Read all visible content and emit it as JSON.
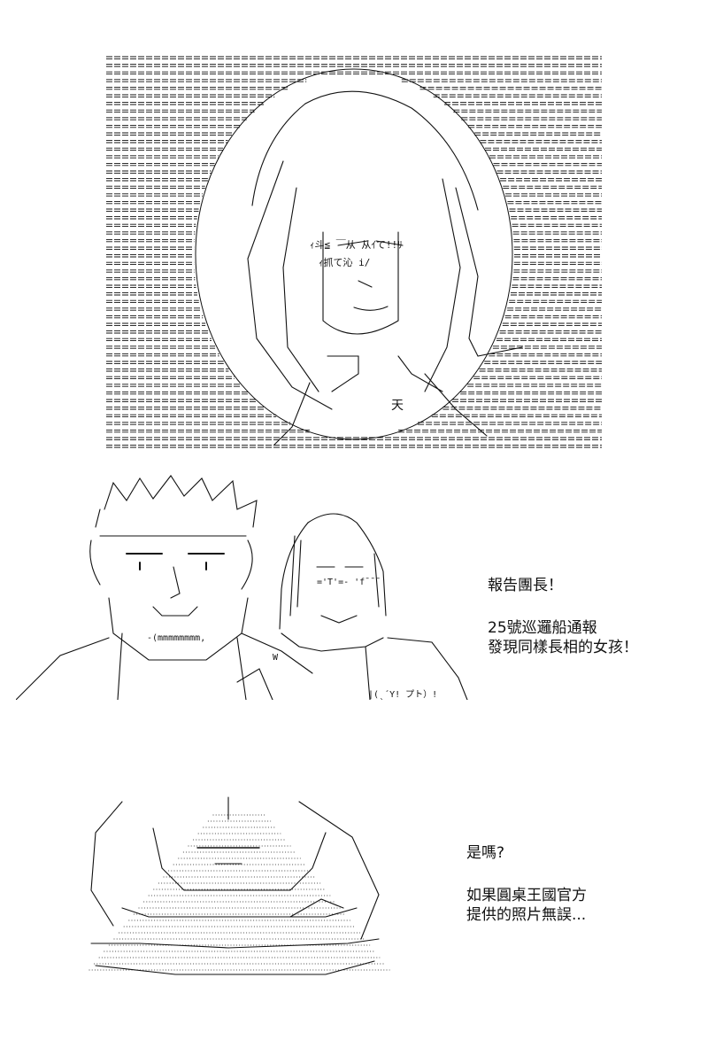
{
  "panels": [
    {
      "art": "framed-portrait-art",
      "dialogue": []
    },
    {
      "art": "two-men-reporting-art",
      "dialogue": [
        "報告團長！",
        "25號巡邏船通報",
        "發現同樣長相的女孩！"
      ]
    },
    {
      "art": "close-up-listener-art",
      "dialogue": [
        "是嗎?",
        "如果圓桌王國官方",
        "提供的照片無誤..."
      ]
    }
  ],
  "colors": {
    "ink": "#111111",
    "paper": "#ffffff"
  }
}
